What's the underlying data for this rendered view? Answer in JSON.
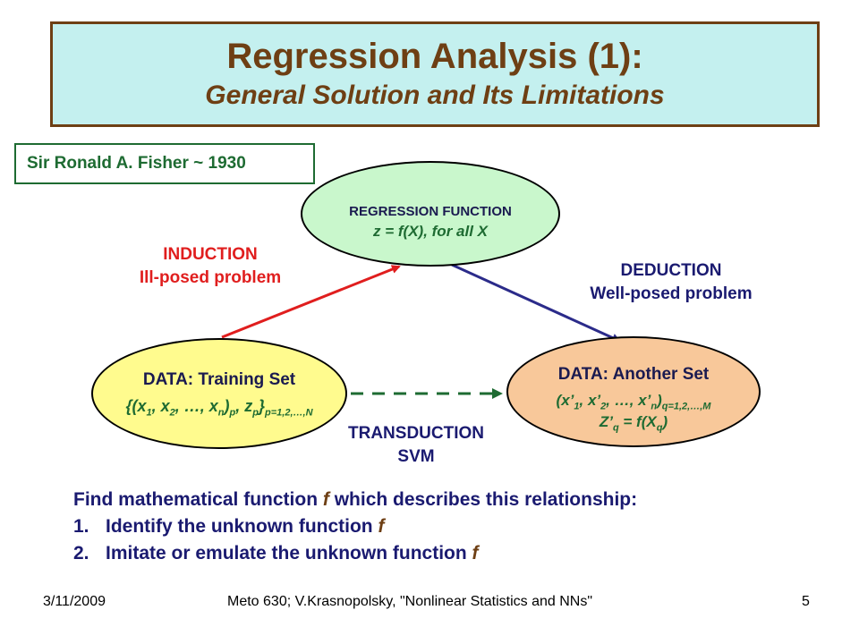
{
  "title": {
    "main": "Regression Analysis (1):",
    "sub": "General Solution and Its Limitations"
  },
  "attribution": "Sir Ronald A. Fisher ~ 1930",
  "nodes": {
    "regression": {
      "title": "REGRESSION FUNCTION",
      "formula": "z = f(X), for all X"
    },
    "training": {
      "title": "DATA: Training Set",
      "formula_open": "{(x",
      "s1": "1",
      "t1": ", x",
      "s2": "2",
      "t2": ", …, x",
      "s3": "n",
      "t3": ")",
      "s4": "p",
      "t4": ", z",
      "s5": "p",
      "t5": "}",
      "s6": "p=1,2,…,N"
    },
    "another": {
      "title": "DATA: Another Set",
      "formula_open": "(x’",
      "s1": "1",
      "t1": ", x’",
      "s2": "2",
      "t2": ", …, x’",
      "s3": "n",
      "t3": ")",
      "s4": "q=1,2,…,M",
      "f2_a": "Z’",
      "f2_s1": "q",
      "f2_b": " = f(X",
      "f2_s2": "q",
      "f2_c": ")"
    }
  },
  "edges": {
    "induction": {
      "line1": "INDUCTION",
      "line2": "Ill-posed problem",
      "color": "#e01e1e"
    },
    "deduction": {
      "line1": "DEDUCTION",
      "line2": "Well-posed problem",
      "color": "#2b2b8a"
    },
    "transduction": {
      "line1": "TRANSDUCTION",
      "line2": "SVM",
      "color": "#1e6b32"
    }
  },
  "conclusion": {
    "intro_a": "Find mathematical function ",
    "intro_f": "f",
    "intro_b": " which describes this relationship:",
    "items": [
      {
        "num": "1.",
        "text": "Identify the unknown function ",
        "f": "f"
      },
      {
        "num": "2.",
        "text": "Imitate or emulate the unknown function ",
        "f": "f"
      }
    ]
  },
  "footer": {
    "date": "3/11/2009",
    "center": "Meto 630; V.Krasnopolsky, \"Nonlinear Statistics and NNs\"",
    "page": "5"
  }
}
